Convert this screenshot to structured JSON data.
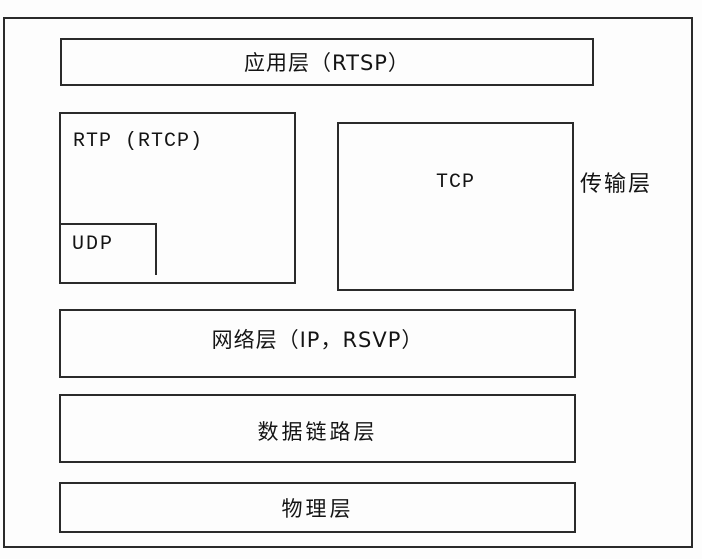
{
  "diagram": {
    "title_meaning": "Streaming protocol stack diagram",
    "colors": {
      "border": "#2b2b2b",
      "background": "#fdfdfd",
      "text": "#141414"
    },
    "layers": {
      "application": {
        "label": "应用层（RTSP）"
      },
      "transport": {
        "rtp": {
          "label": "RTP (RTCP)"
        },
        "udp": {
          "label": "UDP"
        },
        "tcp": {
          "label": "TCP"
        },
        "side_label": "传输层"
      },
      "network": {
        "label": "网络层（IP，RSVP）"
      },
      "datalink": {
        "label": "数据链路层"
      },
      "physical": {
        "label": "物理层"
      }
    }
  }
}
